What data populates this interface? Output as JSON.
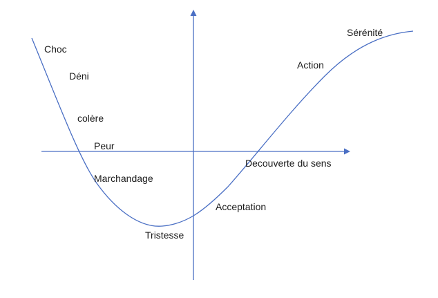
{
  "colors": {
    "axis": "#4a6fc4",
    "curve": "#4a6fc4",
    "text": "#1a1a1a",
    "background": "#ffffff"
  },
  "stages": {
    "choc": "Choc",
    "deni": "Déni",
    "colere": "colère",
    "peur": "Peur",
    "marchandage": "Marchandage",
    "tristesse": "Tristesse",
    "acceptation": "Acceptation",
    "decouverte": "Decouverte du sens",
    "action": "Action",
    "serenite": "Sérénité"
  }
}
